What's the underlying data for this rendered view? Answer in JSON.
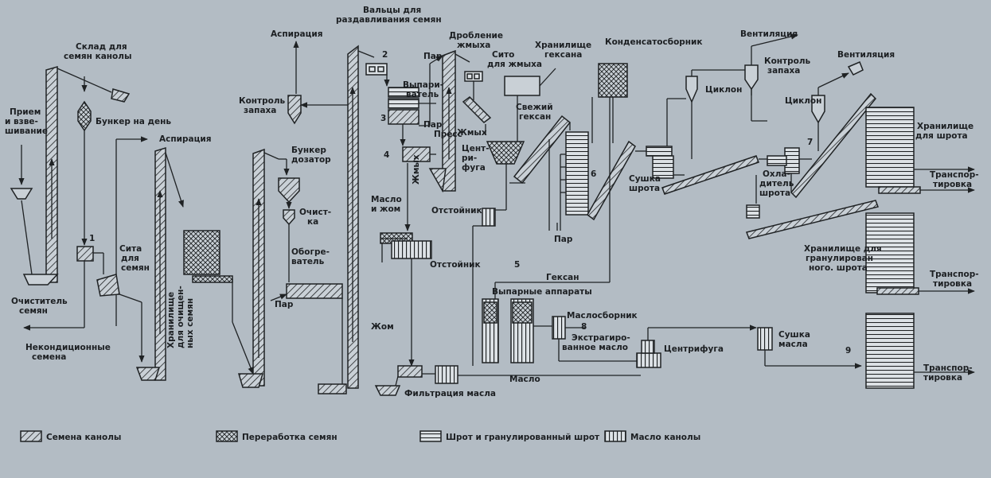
{
  "labels": {
    "priem": [
      "Прием",
      "и взве-",
      "шивание"
    ],
    "sklad": [
      "Склад для",
      "семян канолы"
    ],
    "bunker_day": "Бункер на день",
    "aspiration1": "Аспирация",
    "aspiration2": "Аспирация",
    "n1": "1",
    "sita": [
      "Сита",
      "для",
      "семян"
    ],
    "ochistitel": [
      "Очиститель",
      "семян"
    ],
    "nekond": [
      "Неконди­ционные",
      "семена"
    ],
    "hranilische_ochisch": [
      "Хранилище",
      "для очищен-",
      "ных семян"
    ],
    "kontrol_zapaha1": [
      "Контроль",
      "запаха"
    ],
    "bunker_dozator": [
      "Бункер",
      "дозатор"
    ],
    "ochistka": [
      "Очист-",
      "ка"
    ],
    "obogrev": [
      "Обогре-",
      "ватель"
    ],
    "par1": "Пар",
    "valcy": [
      "Вальцы для",
      "раздавливания семян"
    ],
    "n2": "2",
    "vyparivatel": [
      "Выпари-",
      "ватель"
    ],
    "n3": "3",
    "par2": "Пар",
    "n4": "4",
    "press": "Пресс",
    "zhmyh_vert": "Жмых",
    "maslo_zhom": [
      "Масло",
      "и жом"
    ],
    "drobl": [
      "Дробление",
      "жмыха"
    ],
    "par3": "Пар",
    "sito": [
      "Сито",
      "для жмыха"
    ],
    "zhmyh": "Жмых",
    "centrifuga1": [
      "Цент-",
      "ри-",
      "фуга"
    ],
    "hran_geksana": [
      "Хранилище",
      "гексана"
    ],
    "svezh_geksan": [
      "Свежий",
      "гексан"
    ],
    "kondensat": "Конденсатосборник",
    "n6": "6",
    "par4": "Пар",
    "otstoinik1": "Отстойник",
    "otstoinik2": "Отстойник",
    "zhom": "Жом",
    "filtracia": "Фильтрация масла",
    "maslo": "Масло",
    "n5": "5",
    "geksan": "Гексан",
    "vyparnye": "Выпарные    аппараты",
    "maslosbornik": "Маслосборник",
    "n8": "8",
    "ekstr": [
      "Экстрагиро-",
      "ванное масло"
    ],
    "centrifuga2": "Центрифуга",
    "sushka_masla": [
      "Сушка",
      "масла"
    ],
    "n9": "9",
    "ventil1": "Вентиляция",
    "kontrol_zapaha2": [
      "Контроль",
      "запаха"
    ],
    "ciklon1": "Циклон",
    "ciklon2": "Циклон",
    "ventil2": "Вентиляция",
    "sushka_shrota": [
      "Сушка",
      "шрота"
    ],
    "ohladitel": [
      "Охла-",
      "дитель",
      "шрота"
    ],
    "n7": "7",
    "hran_shrota": [
      "Хранилище",
      "для шрота"
    ],
    "hran_gran": [
      "Хранилище для",
      "гранулирован",
      "ного. шрота"
    ],
    "transport1": [
      "Транспор-",
      "тировка"
    ],
    "transport2": [
      "Транспор-",
      "тировка"
    ],
    "transport3": [
      "Транспор-",
      "тировка"
    ]
  },
  "legend": {
    "semena": "Семена канолы",
    "pererabotka": "Переработка семян",
    "shrot": "Шрот и гранулированный шрот",
    "maslo": "Масло канолы"
  },
  "colors": {
    "background": "#b3bcc4",
    "ink": "#1f2224"
  }
}
